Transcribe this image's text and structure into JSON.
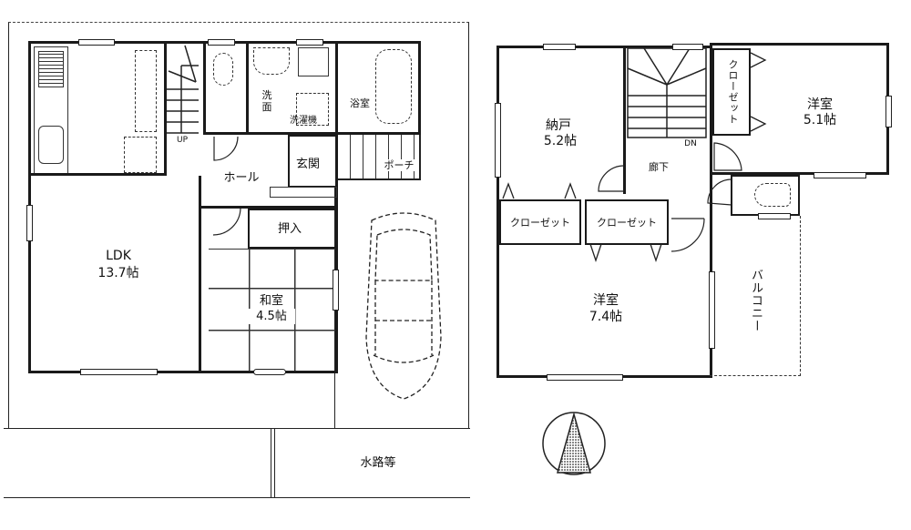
{
  "floor1": {
    "rooms": {
      "ldk": {
        "name": "LDK",
        "size": "13.7帖"
      },
      "washroom": {
        "name": "洗面",
        "sub": "洗面"
      },
      "washer": {
        "label": "洗濯機"
      },
      "bath": {
        "name": "浴室"
      },
      "hall": {
        "name": "ホール"
      },
      "entrance": {
        "name": "玄関"
      },
      "porch": {
        "name": "ポーチ"
      },
      "closet": {
        "name": "押入"
      },
      "washitsu": {
        "name": "和室",
        "size": "4.5帖"
      },
      "stairs_up": {
        "label": "UP"
      }
    },
    "site": {
      "waterway": {
        "label": "水路等"
      }
    }
  },
  "floor2": {
    "rooms": {
      "storage": {
        "name": "納戸",
        "size": "5.2帖"
      },
      "corridor": {
        "name": "廊下"
      },
      "stairs_down": {
        "label": "DN"
      },
      "closet_a": {
        "name": "クローゼット"
      },
      "closet_b": {
        "name": "クローゼット"
      },
      "closet_c": {
        "name": "クローゼット"
      },
      "western1": {
        "name": "洋室",
        "size": "5.1帖"
      },
      "western2": {
        "name": "洋室",
        "size": "7.4帖"
      },
      "balcony": {
        "name": "バルコニー"
      }
    }
  },
  "north_arrow": {
    "icon": "north-arrow-icon"
  }
}
